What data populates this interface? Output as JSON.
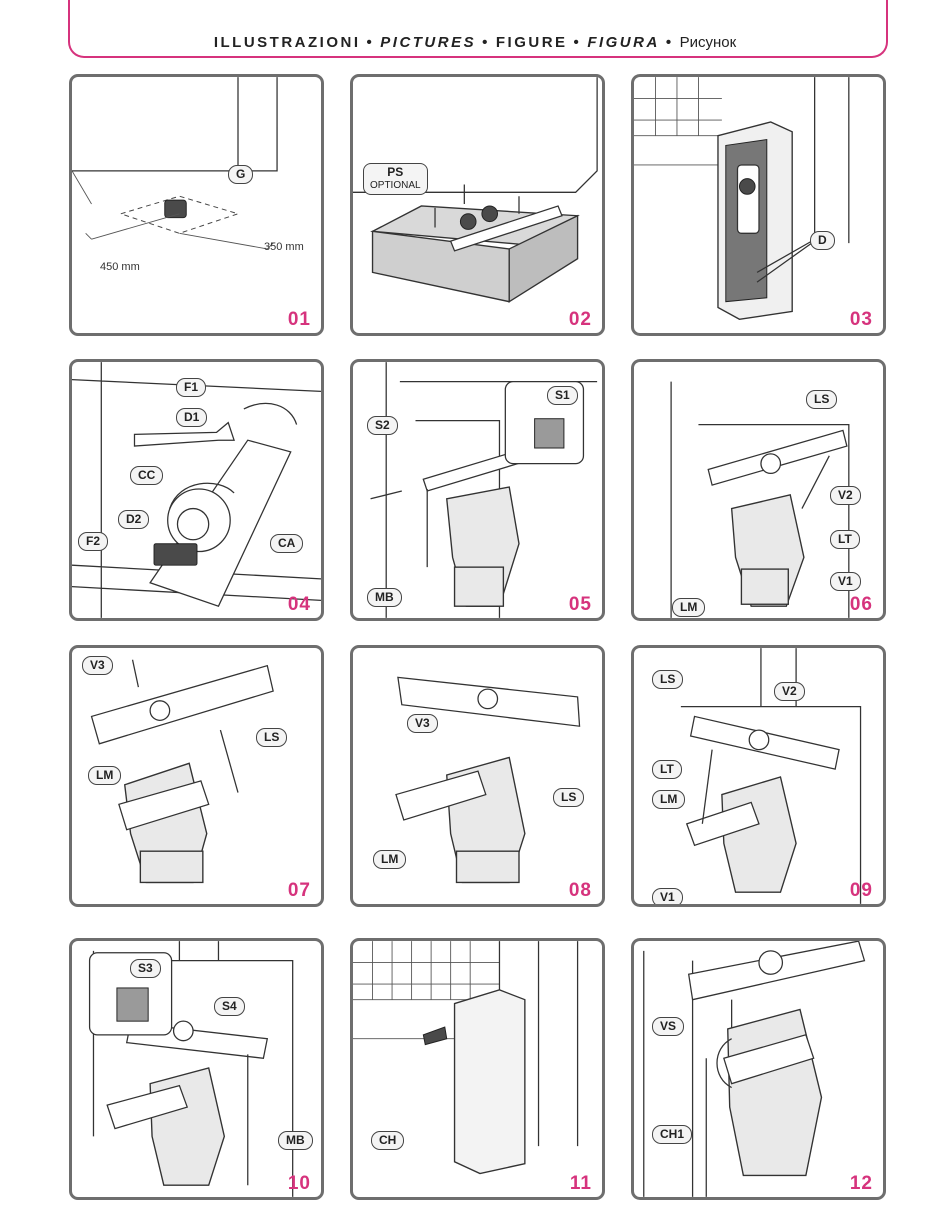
{
  "header": {
    "t1": "ILLUSTRAZIONI",
    "t2": "PICTURES",
    "t3": "FIGURE",
    "t4": "FIGURA",
    "t5": "Рисунок",
    "sep": "•"
  },
  "panels": [
    {
      "number": "01",
      "labels": {
        "g": "G",
        "dim_a": "450 mm",
        "dim_b": "350 mm"
      }
    },
    {
      "number": "02",
      "labels": {
        "ps": "PS",
        "ps_sub": "OPTIONAL"
      }
    },
    {
      "number": "03",
      "labels": {
        "d": "D"
      }
    },
    {
      "number": "04",
      "labels": {
        "f1": "F1",
        "d1": "D1",
        "cc": "CC",
        "d2": "D2",
        "f2": "F2",
        "ca": "CA"
      }
    },
    {
      "number": "05",
      "labels": {
        "s2": "S2",
        "s1": "S1",
        "mb": "MB"
      }
    },
    {
      "number": "06",
      "labels": {
        "ls": "LS",
        "v2": "V2",
        "lt": "LT",
        "v1": "V1",
        "lm": "LM"
      }
    },
    {
      "number": "07",
      "labels": {
        "v3": "V3",
        "ls": "LS",
        "lm": "LM"
      }
    },
    {
      "number": "08",
      "labels": {
        "v3": "V3",
        "ls": "LS",
        "lm": "LM"
      }
    },
    {
      "number": "09",
      "labels": {
        "ls": "LS",
        "v2": "V2",
        "lt": "LT",
        "lm": "LM",
        "v1": "V1"
      }
    },
    {
      "number": "10",
      "labels": {
        "s3": "S3",
        "s4": "S4",
        "mb": "MB"
      }
    },
    {
      "number": "11",
      "labels": {
        "ch": "CH"
      }
    },
    {
      "number": "12",
      "labels": {
        "vs": "VS",
        "ch1": "CH1"
      }
    }
  ]
}
